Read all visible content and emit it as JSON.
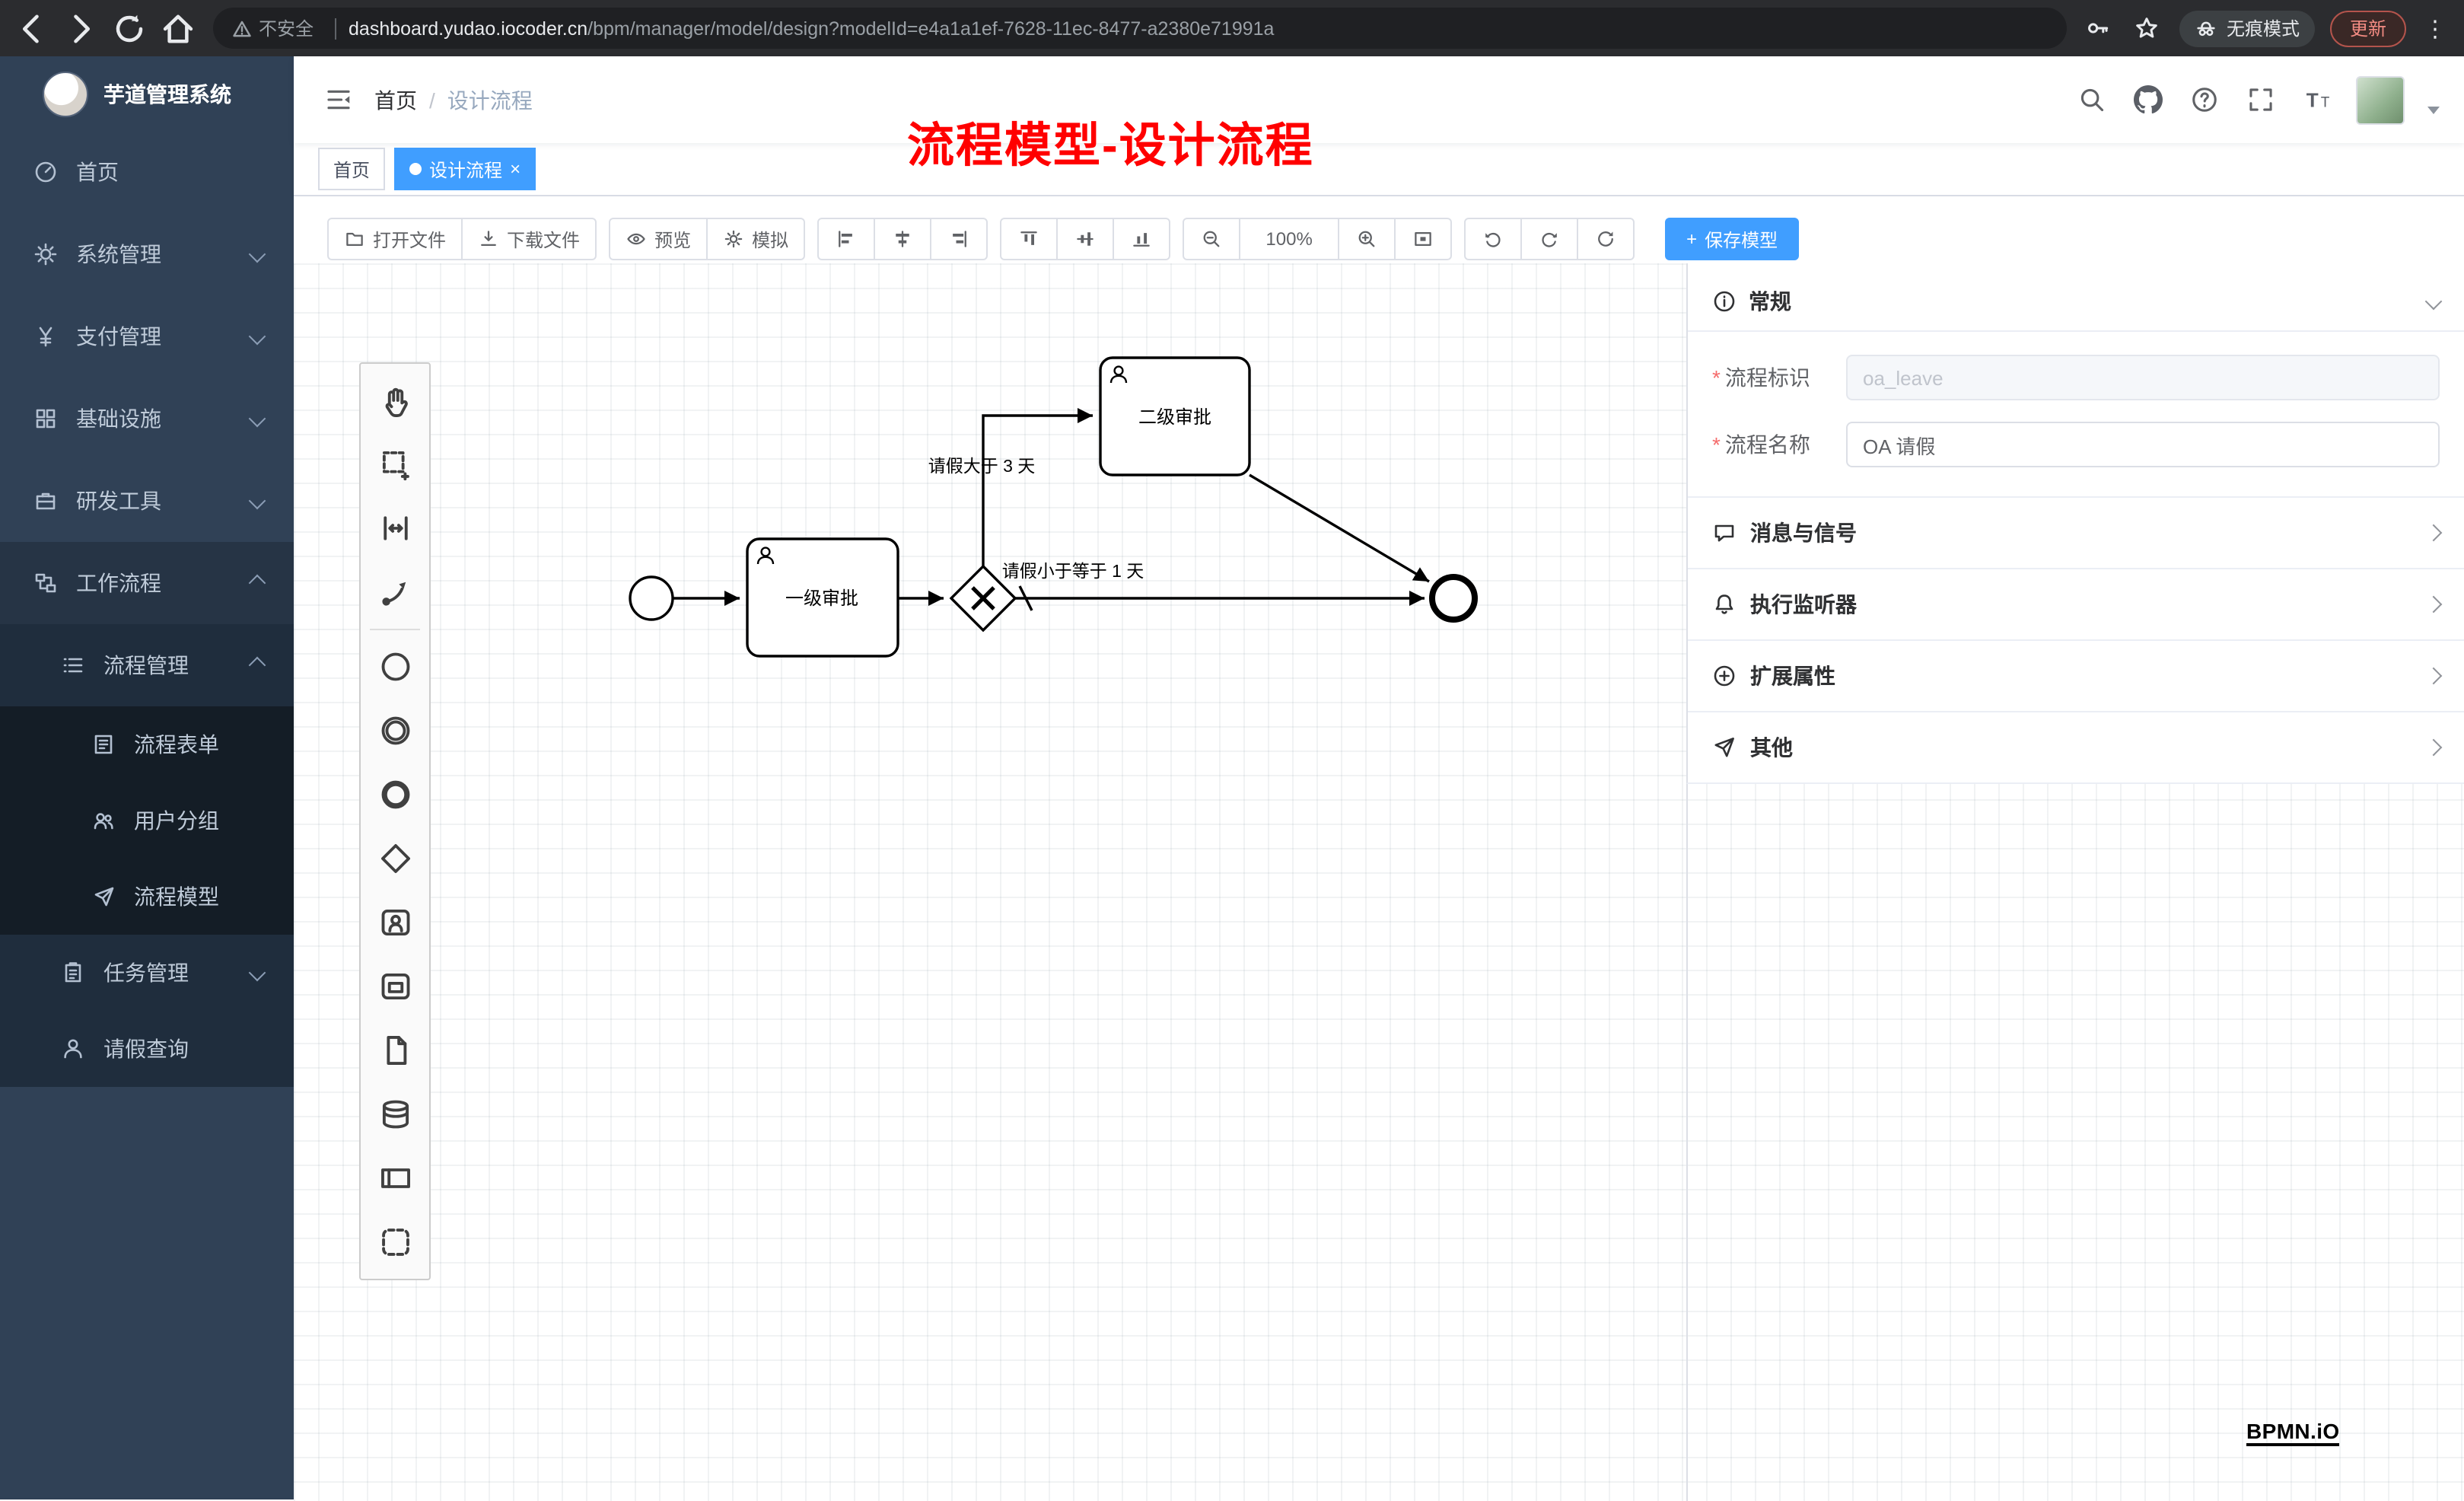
{
  "browser": {
    "security_label": "不安全",
    "url_host": "dashboard.yudao.iocoder.cn",
    "url_path": "/bpm/manager/model/design?modelId=e4a1a1ef-7628-11ec-8477-a2380e71991a",
    "incognito_label": "无痕模式",
    "update_label": "更新"
  },
  "sidebar": {
    "title": "芋道管理系统",
    "items": [
      {
        "label": "首页"
      },
      {
        "label": "系统管理"
      },
      {
        "label": "支付管理"
      },
      {
        "label": "基础设施"
      },
      {
        "label": "研发工具"
      },
      {
        "label": "工作流程"
      },
      {
        "label": "流程管理"
      },
      {
        "label": "流程表单"
      },
      {
        "label": "用户分组"
      },
      {
        "label": "流程模型"
      },
      {
        "label": "任务管理"
      },
      {
        "label": "请假查询"
      }
    ]
  },
  "header": {
    "breadcrumb": [
      "首页",
      "设计流程"
    ],
    "breadcrumb_sep": "/"
  },
  "annotation": {
    "text": "流程模型-设计流程"
  },
  "tabs": {
    "home": "首页",
    "active": "设计流程",
    "close": "×"
  },
  "toolbar": {
    "open_file": "打开文件",
    "download_file": "下载文件",
    "preview": "预览",
    "simulate": "模拟",
    "zoom_level": "100%",
    "plus": "+",
    "save_model": "保存模型"
  },
  "diagram": {
    "task1": "一级审批",
    "task2": "二级审批",
    "flow_gt": "请假大于 3 天",
    "flow_le": "请假小于等于 1 天",
    "watermark": "BPMN.iO"
  },
  "panel": {
    "required_mark": "*",
    "general_title": "常规",
    "field_key_label": "流程标识",
    "field_key_value": "oa_leave",
    "field_name_label": "流程名称",
    "field_name_value": "OA 请假",
    "sections": [
      {
        "label": "消息与信号"
      },
      {
        "label": "执行监听器"
      },
      {
        "label": "扩展属性"
      },
      {
        "label": "其他"
      }
    ]
  },
  "icons": {
    "browser": [
      "back-icon",
      "forward-icon",
      "reload-icon",
      "home-icon",
      "warning-icon",
      "key-icon",
      "star-icon",
      "incognito-icon",
      "kebab-menu-icon"
    ],
    "header": [
      "hamburger-icon",
      "search-icon",
      "github-icon",
      "help-icon",
      "fullscreen-icon",
      "font-size-icon",
      "caret-down-icon"
    ],
    "palette": [
      "hand-tool",
      "lasso-tool",
      "space-tool",
      "global-connect-tool",
      "start-event",
      "intermediate-event",
      "end-event",
      "gateway",
      "user-task",
      "receive-task",
      "data-object",
      "data-store",
      "participant-pool",
      "group"
    ],
    "panel": [
      "info-icon",
      "message-icon",
      "bell-icon",
      "plus-circle-icon",
      "send-icon"
    ]
  }
}
